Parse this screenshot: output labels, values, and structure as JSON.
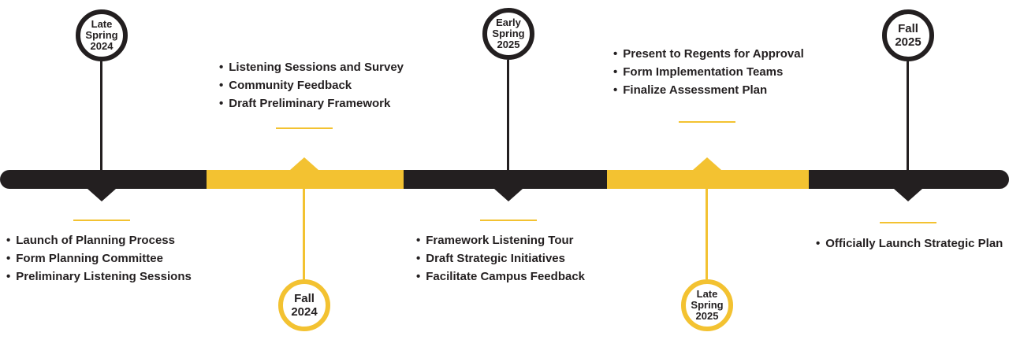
{
  "colors": {
    "dark": "#231f20",
    "gold": "#f3c231"
  },
  "milestones": [
    {
      "id": "late-spring-2024",
      "theme": "black",
      "label": [
        "Late",
        "Spring",
        "2024"
      ],
      "items": [
        "Launch of Planning Process",
        "Form Planning Committee",
        "Preliminary Listening Sessions"
      ]
    },
    {
      "id": "fall-2024",
      "theme": "gold",
      "label": [
        "Fall",
        "2024"
      ],
      "items": [
        "Listening Sessions and Survey",
        "Community Feedback",
        "Draft Preliminary Framework"
      ]
    },
    {
      "id": "early-spring-2025",
      "theme": "black",
      "label": [
        "Early",
        "Spring",
        "2025"
      ],
      "items": [
        "Framework Listening Tour",
        "Draft Strategic Initiatives",
        "Facilitate Campus Feedback"
      ]
    },
    {
      "id": "late-spring-2025",
      "theme": "gold",
      "label": [
        "Late",
        "Spring",
        "2025"
      ],
      "items": [
        "Present to Regents for Approval",
        "Form Implementation Teams",
        "Finalize Assessment Plan"
      ]
    },
    {
      "id": "fall-2025",
      "theme": "black",
      "label": [
        "Fall",
        "2025"
      ],
      "items": [
        "Officially Launch Strategic Plan"
      ]
    }
  ]
}
